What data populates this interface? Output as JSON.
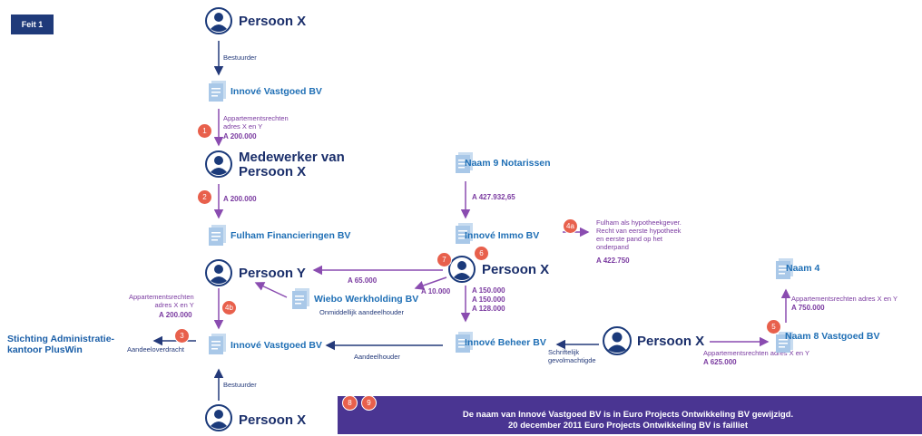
{
  "header": {
    "tag": "Feit 1"
  },
  "persons": {
    "p_top": "Persoon X",
    "medewerker": "Medewerker van\nPersoon X",
    "p_y": "Persoon Y",
    "p_mid": "Persoon X",
    "p_right": "Persoon X",
    "p_bottom": "Persoon X"
  },
  "entities": {
    "innove_vastgoed_top": "Innové Vastgoed BV",
    "fulham": "Fulham Financieringen BV",
    "innove_vastgoed_bottom": "Innové Vastgoed BV",
    "stichting": "Stichting Administratie-\nkantoor PlusWin",
    "wiebo": "Wiebo Werkholding BV",
    "naam9": "Naam 9 Notarissen",
    "innove_immo": "Innové Immo BV",
    "innove_beheer": "Innové Beheer BV",
    "naam4": "Naam 4",
    "naam8": "Naam 8 Vastgoed BV"
  },
  "labels": {
    "bestuurder_top": "Bestuurder",
    "appartement_1": "Appartementsrechten\nadres X en Y",
    "amt_1": "A 200.000",
    "amt_2": "A 200.000",
    "appartement_4b": "Appartementsrechten\nadres X en Y",
    "amt_4b": "A 200.000",
    "aandeeloverdracht": "Aandeeloverdracht",
    "bestuurder_bottom": "Bestuurder",
    "onmiddellijk": "Onmiddellijk aandeelhouder",
    "amt_65": "A 65.000",
    "amt_10": "A 10.000",
    "amt_427": "A 427.932,65",
    "fulham_hyp": "Fulham als hypotheekgever.\nRecht van eerste hypotheek\nen eerste pand op het\nonderpand",
    "amt_422": "A 422.750",
    "amt_150a": "A 150.000",
    "amt_150b": "A 150.000",
    "amt_128": "A 128.000",
    "aandeelhouder": "Aandeelhouder",
    "schriftelijk": "Schriftelijk\ngevolmachtigde",
    "appartement_8": "Appartementsrechten adres X en Y",
    "amt_625": "A 625.000",
    "appartement_4": "Appartementsrechten adres X en Y",
    "amt_750": "A 750.000"
  },
  "badges": {
    "b1": "1",
    "b2": "2",
    "b3": "3",
    "b4a": "4a",
    "b4b": "4b",
    "b5": "5",
    "b6": "6",
    "b7": "7",
    "b8": "8",
    "b9": "9"
  },
  "banner": {
    "line1": "De naam van Innové Vastgoed BV is in Euro Projects Ontwikkeling BV gewijzigd.",
    "line2": "20 december 2011 Euro Projects Ontwikkeling BV is failliet"
  },
  "colors": {
    "navy": "#243a7a",
    "purple": "#8a4cb0",
    "badge": "#e8604c",
    "banner": "#4a3592",
    "doc": "#a9c8e8"
  }
}
